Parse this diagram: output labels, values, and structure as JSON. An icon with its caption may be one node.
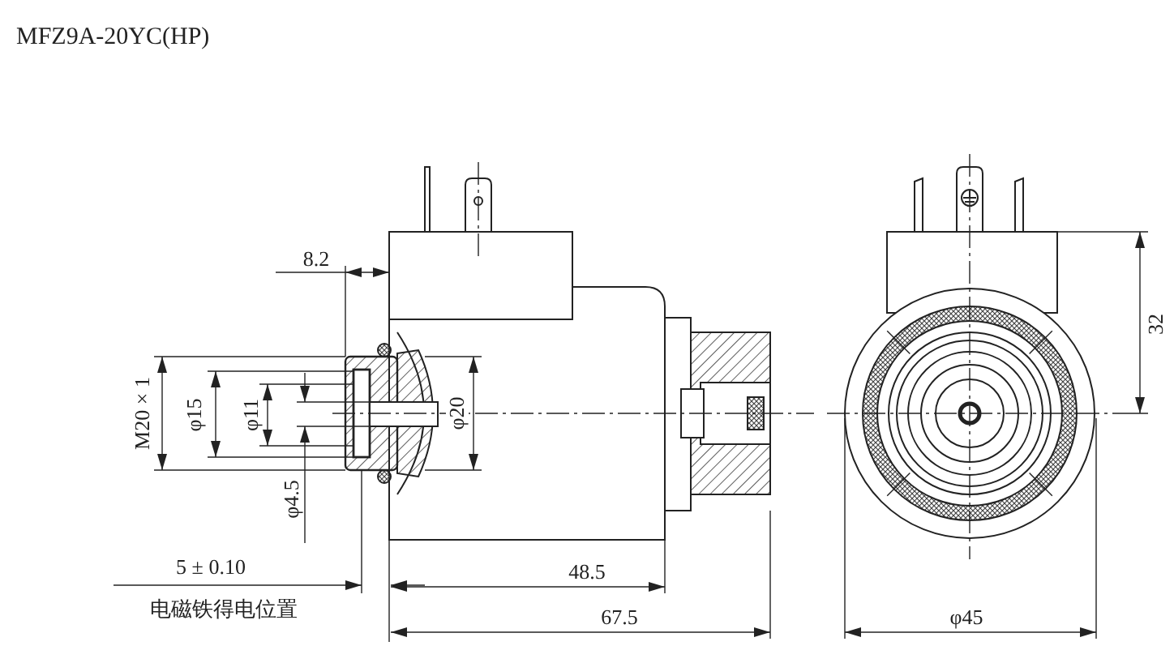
{
  "diagram": {
    "title": "MFZ9A-20YC(HP)",
    "labels": [
      "8.2",
      "M20 × 1",
      "φ15",
      "φ11",
      "φ20",
      "φ4.5",
      "5 ± 0.10",
      "电磁铁得电位置",
      "48.5",
      "67.5",
      "32",
      "φ45"
    ]
  }
}
